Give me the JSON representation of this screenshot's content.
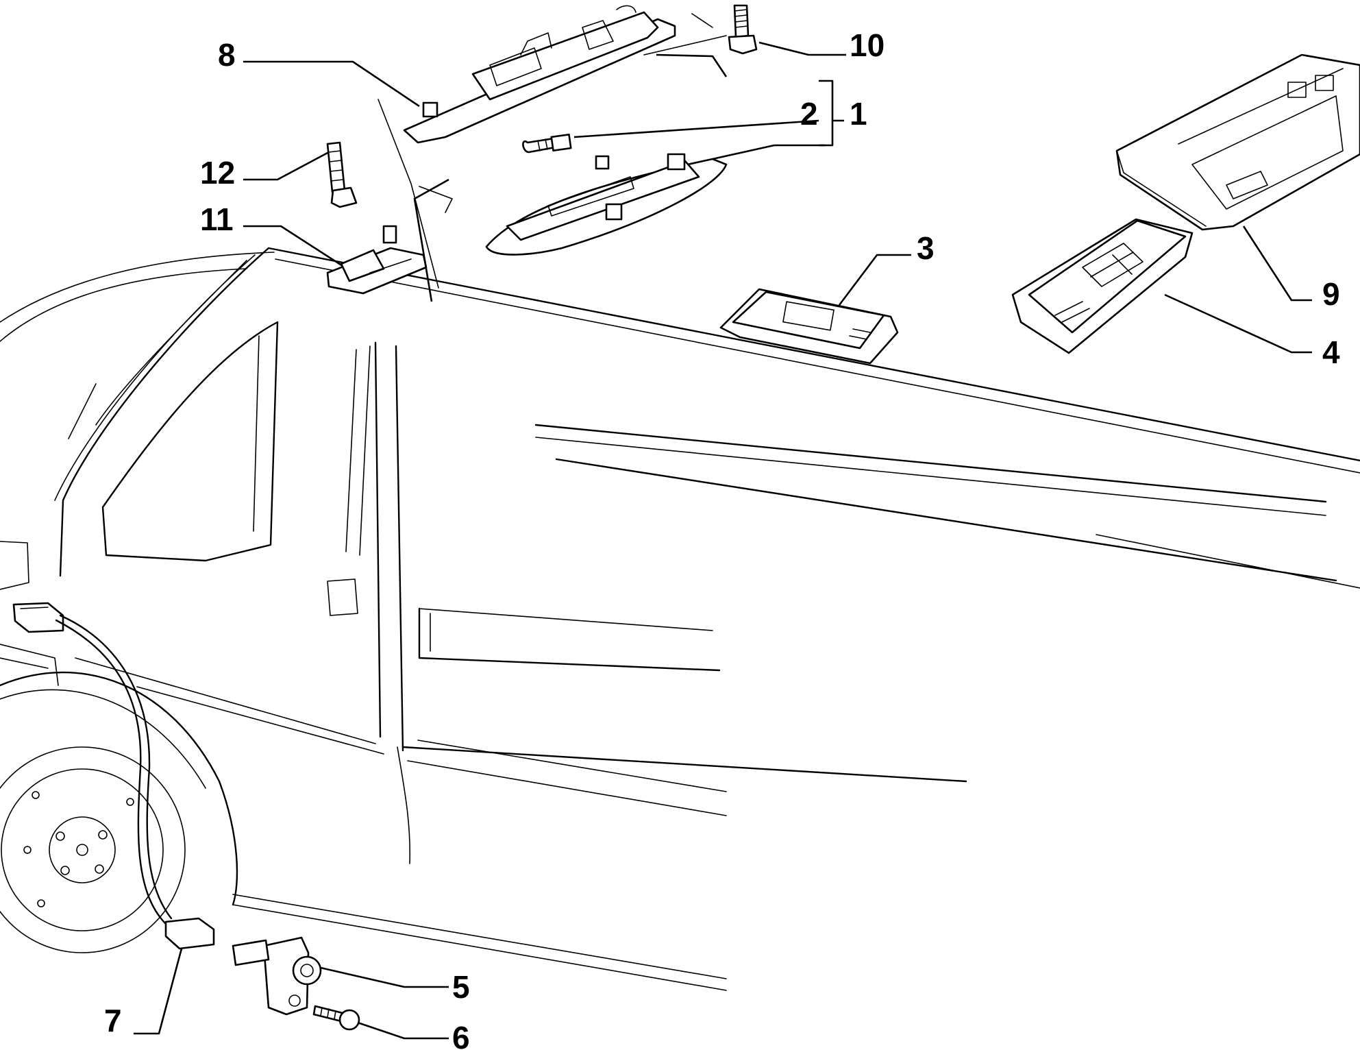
{
  "callouts": {
    "c1": "1",
    "c2": "2",
    "c3": "3",
    "c4": "4",
    "c5": "5",
    "c6": "6",
    "c7": "7",
    "c8": "8",
    "c9": "9",
    "c10": "10",
    "c11": "11",
    "c12": "12"
  },
  "parts": [
    "c1",
    "c2",
    "c3",
    "c4",
    "c5",
    "c6",
    "c7",
    "c8",
    "c9",
    "c10",
    "c11",
    "c12"
  ]
}
